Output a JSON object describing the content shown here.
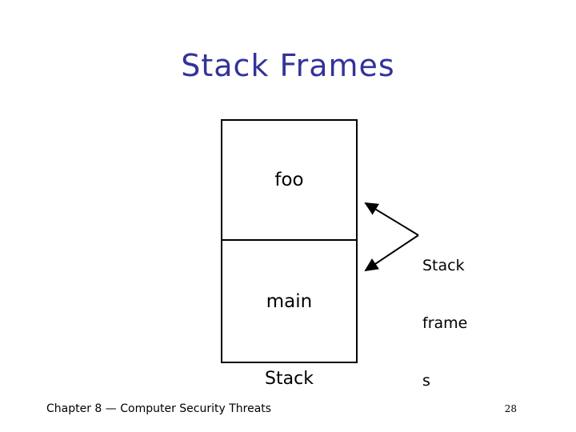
{
  "slide": {
    "title": "Stack Frames",
    "diagram": {
      "frame_top_label": "foo",
      "frame_bottom_label": "main",
      "stack_label": "Stack",
      "callout_lines": [
        "Stack",
        "frame",
        "s"
      ]
    },
    "footer": {
      "chapter": "Chapter 8 — Computer Security Threats",
      "page_number": "28"
    }
  },
  "colors": {
    "title_color": "#333399",
    "text_color": "#000000",
    "line_color": "#000000",
    "background": "#ffffff"
  }
}
